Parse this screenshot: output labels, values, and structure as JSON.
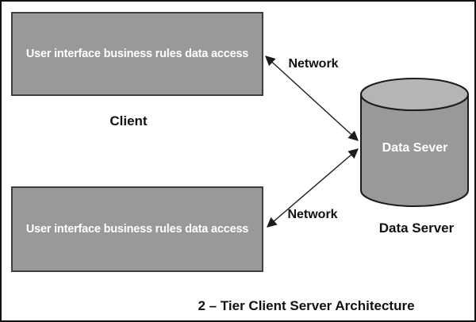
{
  "diagram": {
    "title_caption": "2 – Tier Client Server Architecture",
    "client_tier": {
      "top_box_label": "User interface business rules data access",
      "bottom_box_label": "User interface business rules data access",
      "client_label": "Client"
    },
    "network": {
      "top_label": "Network",
      "bottom_label": "Network"
    },
    "server_tier": {
      "cylinder_label": "Data Sever",
      "caption_label": "Data Server"
    },
    "colors": {
      "box_fill": "#999999",
      "box_border": "#3f3f3f",
      "cylinder_body_fill": "#999999",
      "cylinder_top_fill": "#b5b5b5",
      "outline": "#1c1c1c",
      "background": "#ffffff",
      "box_text": "#ffffff",
      "label_text": "#111111"
    }
  }
}
